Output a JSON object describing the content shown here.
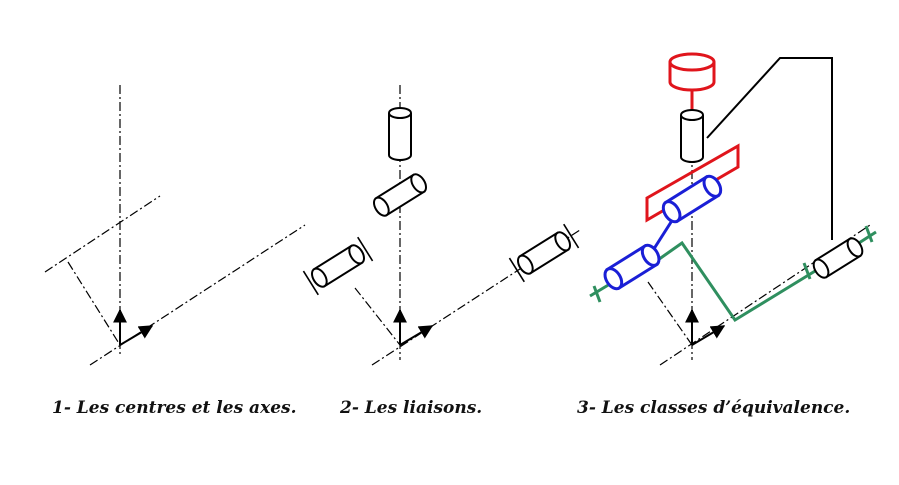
{
  "captions": {
    "panel1": "1- Les centres et les axes.",
    "panel2": "2- Les liaisons.",
    "panel3": "3- Les classes d’équivalence."
  },
  "colors": {
    "class_red": "#e0151c",
    "class_blue": "#1a1fd6",
    "class_green": "#2f8f5f",
    "lines": "#000000"
  },
  "icons": {
    "arrow": "arrow-icon",
    "cylinder": "cylinder-joint-icon",
    "fixed_mark": "bracket-icon"
  }
}
